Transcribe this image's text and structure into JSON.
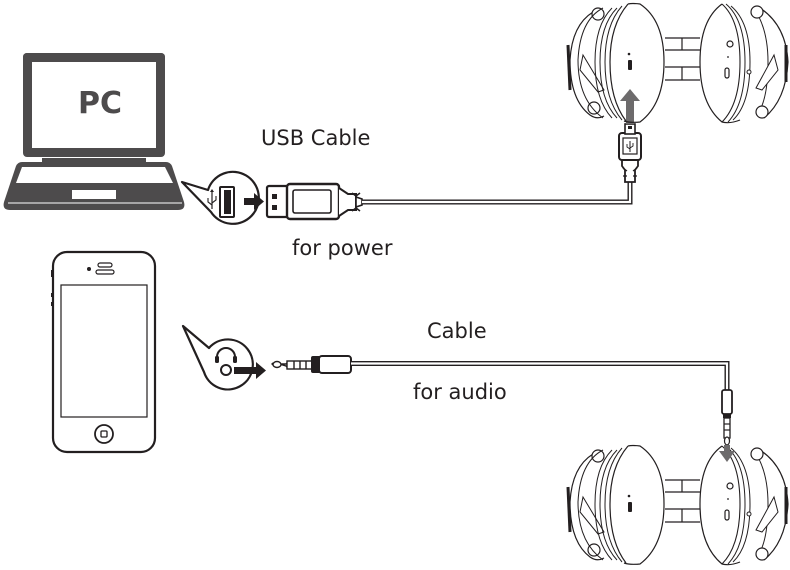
{
  "diagram": {
    "type": "headphone-connection-guide",
    "colors": {
      "ink": "#231f20",
      "laptop_fill": "#4d4b4c",
      "arrow": "#231f20",
      "arrow_gray": "#6d6b6c",
      "background": "#ffffff"
    },
    "devices": {
      "pc": {
        "label": "PC",
        "icon": "laptop-icon"
      },
      "phone": {
        "icon": "smartphone-icon"
      },
      "headphones_top": {
        "icon": "headphones-icon",
        "port_used": "micro-usb"
      },
      "headphones_bottom": {
        "icon": "headphones-icon",
        "port_used": "3.5mm-audio-jack"
      }
    },
    "connections": [
      {
        "from": "PC",
        "to": "Headphones",
        "cable_label": "USB Cable",
        "purpose_label": "for power",
        "source_port_icon": "usb-port-icon",
        "plug_icon": "usb-a-plug-icon",
        "target_plug_icon": "micro-usb-plug-icon"
      },
      {
        "from": "Phone",
        "to": "Headphones",
        "cable_label": "Cable",
        "purpose_label": "for audio",
        "source_port_icon": "headphone-jack-icon",
        "plug_icon": "audio-plug-3-5mm-icon"
      }
    ]
  }
}
